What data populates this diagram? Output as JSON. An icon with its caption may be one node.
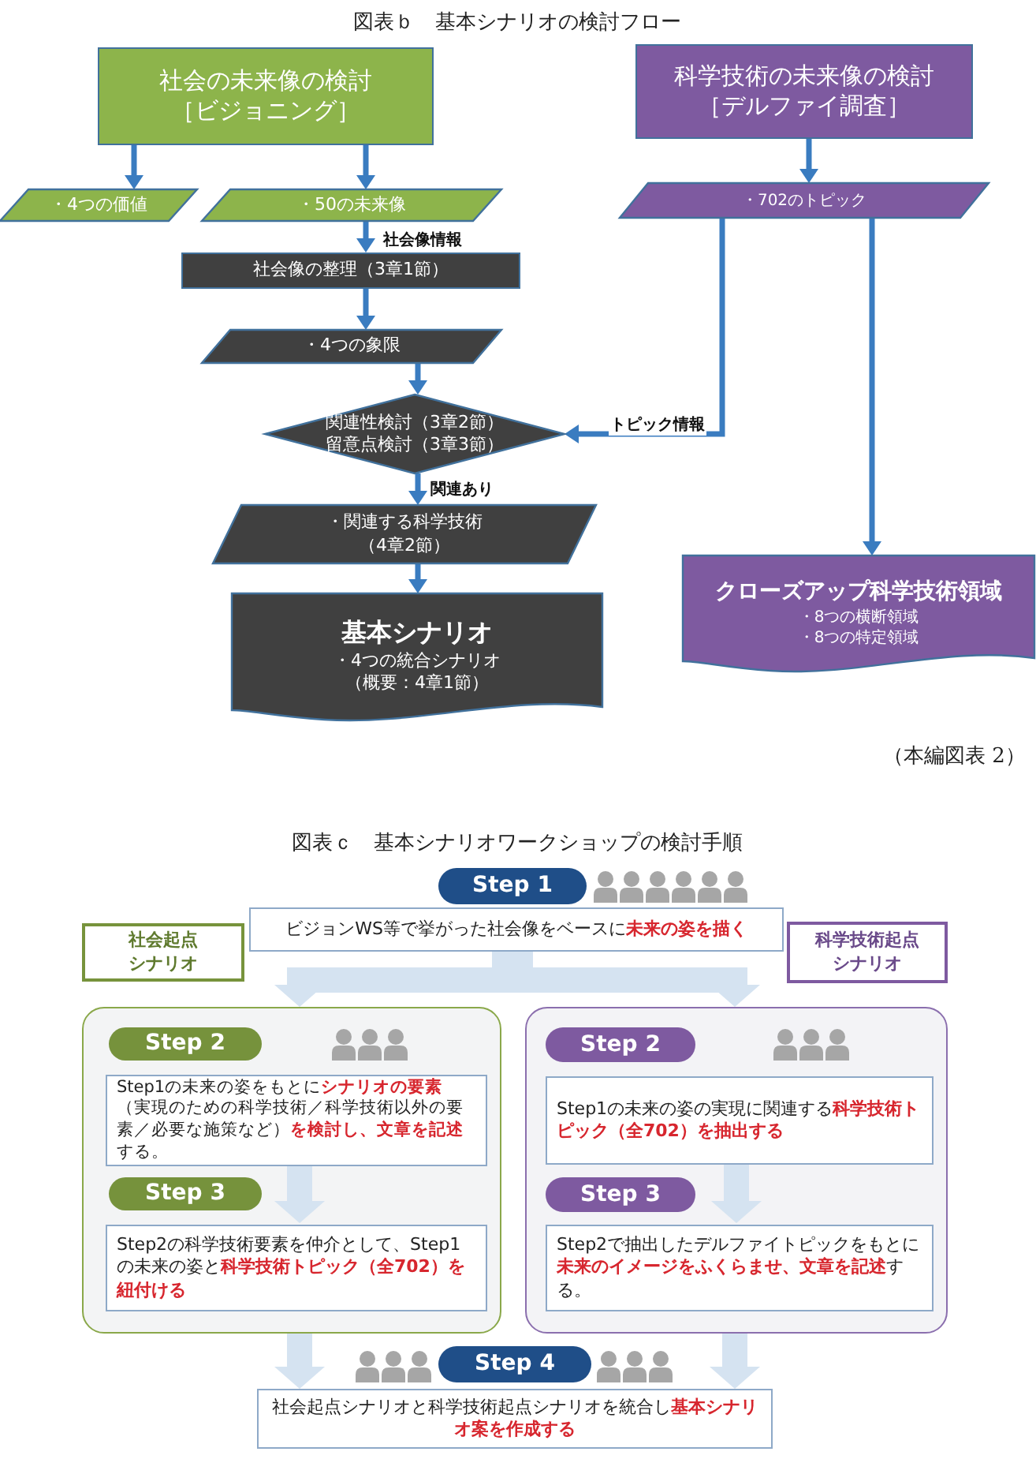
{
  "diagram": {
    "nodes": [
      {
        "text": [
          "社会の未来像の検討［ビジョニング］"
        ]
      },
      {
        "text": [
          "・4つの価値"
        ]
      },
      {
        "text": [
          "・50の未来像"
        ]
      },
      {
        "text": [
          "社会像の整理（3章1節）"
        ]
      },
      {
        "text": [
          "・4つの象限"
        ]
      },
      {
        "text": [
          "関連性検討（3章2節）",
          "留意点検討（3章3節）"
        ]
      },
      {
        "text": [
          "・関連する科学技術（4章2節）"
        ]
      },
      {
        "text": [
          "基本シナリオ",
          "・4つの統合シナリオ",
          "（概要：4章1節）"
        ]
      },
      {
        "text": [
          "科学技術の未来像の検討［デルファイ調査］"
        ]
      },
      {
        "text": [
          "・702のトピック"
        ]
      },
      {
        "text": [
          "クローズアップ科学技術領域",
          "・8つの横断領域",
          "・8つの特定領域"
        ]
      },
      {
        "text": [
          "Step 1"
        ]
      },
      {
        "text": [
          "ビジョンWS等で挙がった社会像をベースに**未来の姿を描く**"
        ]
      },
      {
        "text": [
          "社会起点シナリオ"
        ]
      },
      {
        "text": [
          "科学技術起点シナリオ"
        ]
      },
      {
        "text": [],
        "shape": "box"
      },
      {
        "text": [
          "Step 2"
        ],
        "in": 15
      },
      {
        "text": [
          "Step1の未来の姿をもとに**シナリオの要素**（実現のための科学技術／科学技術以外の要素／必要な施策など）**を検討し、文章を記述**する。"
        ],
        "in": 15
      },
      {
        "text": [
          "Step 3"
        ],
        "in": 15
      },
      {
        "text": [
          "Step2の科学技術要素を仲介として、Step1の未来の姿と**科学技術トピック（全702）を紐付ける**"
        ],
        "in": 15
      },
      {
        "text": [],
        "shape": "box"
      },
      {
        "text": [
          "Step 2"
        ],
        "in": 20
      },
      {
        "text": [
          "Step1の未来の姿の実現に関連する**科学技術トピック（全702）を抽出する**"
        ],
        "in": 20
      },
      {
        "text": [
          "Step 3"
        ],
        "in": 20
      },
      {
        "text": [
          "Step2で抽出したデルファイトピックをもとに**未来のイメージをふくらませ、文章を記述**する。"
        ],
        "in": 20
      },
      {
        "text": [
          "Step 4"
        ]
      },
      {
        "text": [
          "社会起点シナリオと科学技術起点シナリオを統合し**基本シナリオ案を作成する**"
        ]
      }
    ],
    "edges": [
      {
        "from": 0,
        "to": 1,
        "arrow": "to"
      },
      {
        "from": 0,
        "to": 2,
        "arrow": "to"
      },
      {
        "from": 2,
        "to": 3,
        "arrow": "to",
        "label": "社会像情報"
      },
      {
        "from": 3,
        "to": 4,
        "arrow": "to"
      },
      {
        "from": 4,
        "to": 5,
        "arrow": "to"
      },
      {
        "from": 5,
        "to": 6,
        "arrow": "to",
        "label": "関連あり"
      },
      {
        "from": 6,
        "to": 7,
        "arrow": "to"
      },
      {
        "from": 8,
        "to": 9,
        "arrow": "to"
      },
      {
        "from": 9,
        "to": 5,
        "arrow": "to",
        "label": "トピック情報"
      },
      {
        "from": 9,
        "to": 10,
        "arrow": "to"
      },
      {
        "from": 12,
        "to": 15,
        "arrow": "to",
        "style": "thick",
        "color": "#d5e3f1"
      },
      {
        "from": 12,
        "to": 20,
        "arrow": "to",
        "style": "thick",
        "color": "#d5e3f1"
      },
      {
        "from": 17,
        "to": 19,
        "arrow": "to",
        "style": "thick",
        "color": "#d5e3f1"
      },
      {
        "from": 22,
        "to": 24,
        "arrow": "to",
        "style": "thick",
        "color": "#d5e3f1"
      },
      {
        "from": 15,
        "to": 26,
        "arrow": "to",
        "style": "thick",
        "color": "#d5e3f1"
      },
      {
        "from": 20,
        "to": 26,
        "arrow": "to",
        "style": "thick",
        "color": "#d5e3f1"
      }
    ],
    "labels": [
      "図表ｂ　基本シナリオの検討フロー",
      "（本編図表 2）",
      "図表ｃ　基本シナリオワークショップの検討手順"
    ]
  }
}
